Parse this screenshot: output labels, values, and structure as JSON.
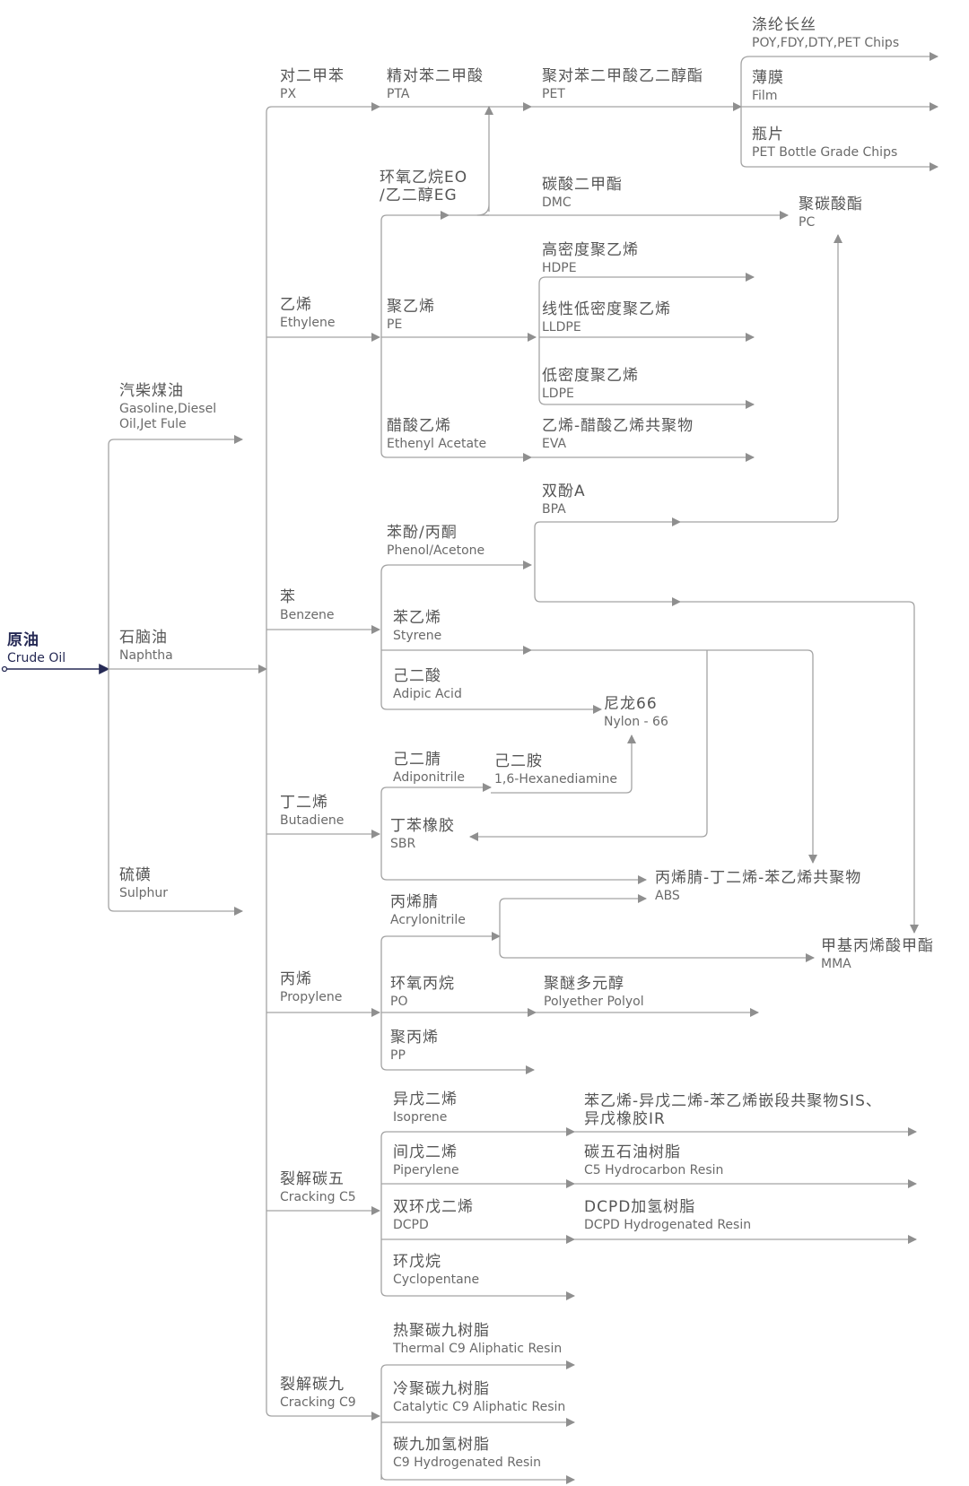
{
  "colors": {
    "line": "#9a9a9a",
    "root_line": "#262a55",
    "text_zh": "#555555",
    "text_en": "#6a6a6a",
    "root_text": "#262a55"
  },
  "nodes": {
    "crude_oil": {
      "zh": "原油",
      "en": "Crude Oil"
    },
    "gasoline": {
      "zh": "汽柴煤油",
      "en": "Gasoline,Diesel",
      "en2": "Oil,Jet Fule"
    },
    "naphtha": {
      "zh": "石脑油",
      "en": "Naphtha"
    },
    "sulphur": {
      "zh": "硫磺",
      "en": "Sulphur"
    },
    "px": {
      "zh": "对二甲苯",
      "en": "PX"
    },
    "ethylene": {
      "zh": "乙烯",
      "en": "Ethylene"
    },
    "benzene": {
      "zh": "苯",
      "en": "Benzene"
    },
    "butadiene": {
      "zh": "丁二烯",
      "en": "Butadiene"
    },
    "propylene": {
      "zh": "丙烯",
      "en": "Propylene"
    },
    "cracking_c5": {
      "zh": "裂解碳五",
      "en": "Cracking C5"
    },
    "cracking_c9": {
      "zh": "裂解碳九",
      "en": "Cracking C9"
    },
    "pta": {
      "zh": "精对苯二甲酸",
      "en": "PTA"
    },
    "eo_eg": {
      "zh": "环氧乙烷EO",
      "zh2": "/乙二醇EG"
    },
    "pe": {
      "zh": "聚乙烯",
      "en": "PE"
    },
    "eva_src": {
      "zh": "醋酸乙烯",
      "en": "Ethenyl Acetate"
    },
    "phenol": {
      "zh": "苯酚/丙酮",
      "en": "Phenol/Acetone"
    },
    "styrene": {
      "zh": "苯乙烯",
      "en": "Styrene"
    },
    "adipic": {
      "zh": "己二酸",
      "en": "Adipic Acid"
    },
    "adiponitrile": {
      "zh": "己二腈",
      "en": "Adiponitrile"
    },
    "hexanediamine": {
      "zh": "己二胺",
      "en": "1,6-Hexanediamine"
    },
    "sbr": {
      "zh": "丁苯橡胶",
      "en": "SBR"
    },
    "acrylonitrile": {
      "zh": "丙烯腈",
      "en": "Acrylonitrile"
    },
    "po": {
      "zh": "环氧丙烷",
      "en": "PO"
    },
    "pp": {
      "zh": "聚丙烯",
      "en": "PP"
    },
    "isoprene": {
      "zh": "异戊二烯",
      "en": "Isoprene"
    },
    "piperylene": {
      "zh": "间戊二烯",
      "en": "Piperylene"
    },
    "dcpd": {
      "zh": "双环戊二烯",
      "en": "DCPD"
    },
    "cyclopentane": {
      "zh": "环戊烷",
      "en": "Cyclopentane"
    },
    "thermal_c9": {
      "zh": "热聚碳九树脂",
      "en": "Thermal C9 Aliphatic Resin"
    },
    "catalytic_c9": {
      "zh": "冷聚碳九树脂",
      "en": "Catalytic C9 Aliphatic Resin"
    },
    "c9_hydro": {
      "zh": "碳九加氢树脂",
      "en": "C9 Hydrogenated Resin"
    },
    "pet": {
      "zh": "聚对苯二甲酸乙二醇酯",
      "en": "PET"
    },
    "dmc": {
      "zh": "碳酸二甲酯",
      "en": "DMC"
    },
    "hdpe": {
      "zh": "高密度聚乙烯",
      "en": "HDPE"
    },
    "lldpe": {
      "zh": "线性低密度聚乙烯",
      "en": "LLDPE"
    },
    "ldpe": {
      "zh": "低密度聚乙烯",
      "en": "LDPE"
    },
    "eva": {
      "zh": "乙烯-醋酸乙烯共聚物",
      "en": "EVA"
    },
    "bpa": {
      "zh": "双酚A",
      "en": "BPA"
    },
    "nylon66": {
      "zh": "尼龙66",
      "en": "Nylon - 66"
    },
    "polyether": {
      "zh": "聚醚多元醇",
      "en": "Polyether Polyol"
    },
    "sis": {
      "zh": "苯乙烯-异戊二烯-苯乙烯嵌段共聚物SIS、",
      "zh2": "异戊橡胶IR"
    },
    "c5_resin": {
      "zh": "碳五石油树脂",
      "en": "C5 Hydrocarbon Resin"
    },
    "dcpd_resin": {
      "zh": "DCPD加氢树脂",
      "en": "DCPD Hydrogenated Resin"
    },
    "polyester": {
      "zh": "涤纶长丝",
      "en": "POY,FDY,DTY,PET Chips"
    },
    "film": {
      "zh": "薄膜",
      "en": "Film"
    },
    "bottle": {
      "zh": "瓶片",
      "en": "PET Bottle Grade Chips"
    },
    "pc": {
      "zh": "聚碳酸酯",
      "en": "PC"
    },
    "abs": {
      "zh": "丙烯腈-丁二烯-苯乙烯共聚物",
      "en": "ABS"
    },
    "mma": {
      "zh": "甲基丙烯酸甲酯",
      "en": "MMA"
    }
  }
}
